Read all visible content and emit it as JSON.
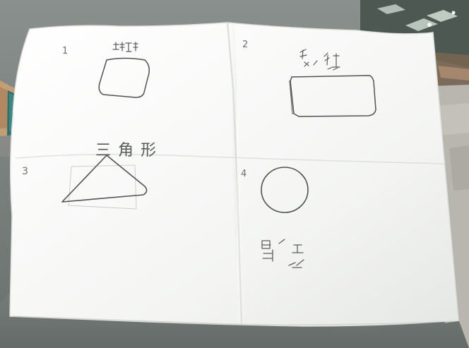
{
  "photo": {
    "panels": [
      {
        "number": "1",
        "shape": "square",
        "caption": ""
      },
      {
        "number": "2",
        "shape": "rectangle",
        "caption": ""
      },
      {
        "number": "3",
        "shape": "triangle",
        "caption": "三角形"
      },
      {
        "number": "4",
        "shape": "circle",
        "caption": ""
      }
    ]
  },
  "colors": {
    "paper": "#f4f5f3",
    "pencil": "#505352",
    "desk": "#6b716e",
    "book_cover": "#c29e76",
    "book_spine": "#2f6f6c",
    "mat": "#4d5852",
    "floor": "#b9b6ad"
  }
}
